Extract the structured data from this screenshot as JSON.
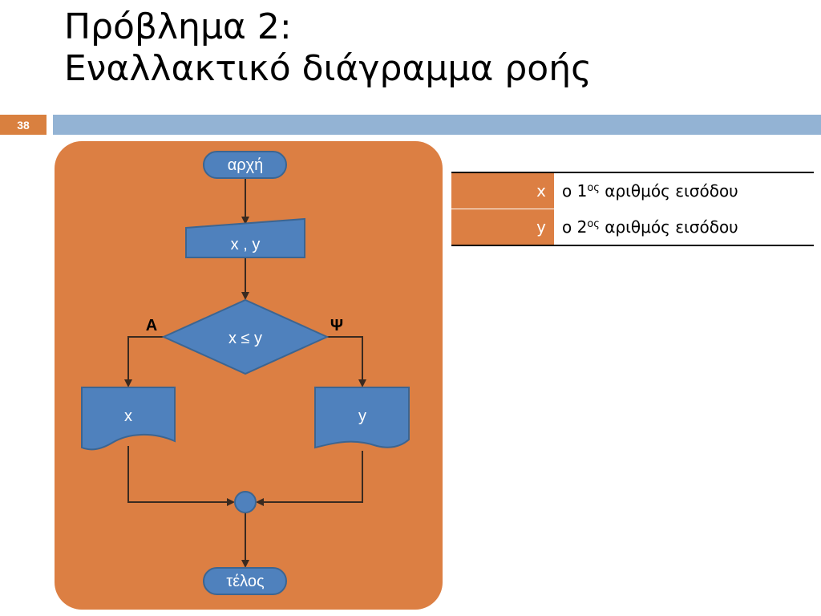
{
  "title": {
    "line1": "Πρόβλημα 2:",
    "line2": "Εναλλακτικό διάγραμμα ροής"
  },
  "slide_number": "38",
  "colors": {
    "accent_orange": "#dc7f43",
    "shape_blue": "#4f81bd",
    "bar_blue": "#93b3d4",
    "arrow": "#3a2a20"
  },
  "flowchart": {
    "start": "αρχή",
    "input": "x , y",
    "decision": "x ≤ y",
    "yes_label": "Α",
    "no_label": "Ψ",
    "output_yes": "x",
    "output_no": "y",
    "end": "τέλος"
  },
  "legend": [
    {
      "var": "x",
      "desc_prefix": "ο 1",
      "desc_sup": "ος",
      "desc_suffix": " αριθμός εισόδου"
    },
    {
      "var": "y",
      "desc_prefix": "ο 2",
      "desc_sup": "ος",
      "desc_suffix": " αριθμός εισόδου"
    }
  ]
}
